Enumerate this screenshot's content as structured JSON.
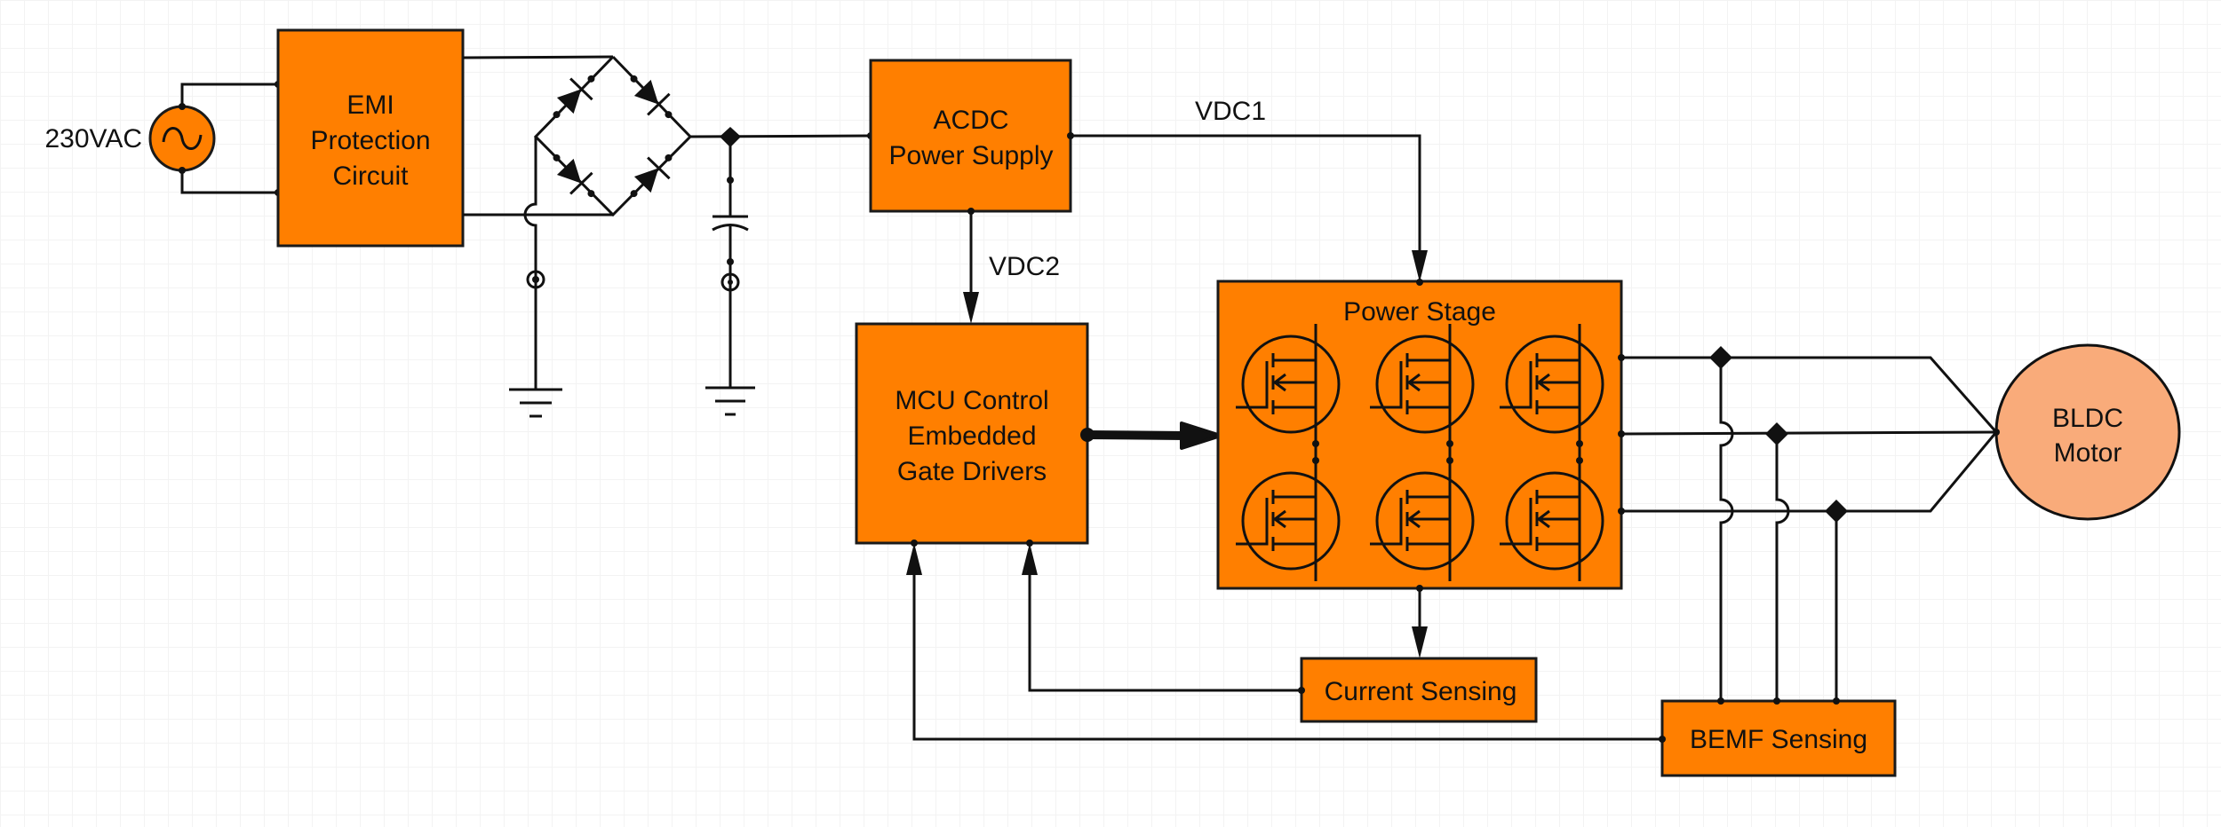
{
  "diagram": {
    "title": "BLDC Motor Drive Block Diagram",
    "colors": {
      "block_fill": "#FF7F00",
      "motor_fill": "#F9AB7A",
      "line": "#111111",
      "background": "#FFFFFF"
    },
    "source": {
      "label": "230VAC",
      "icon": "ac-source-sine-icon"
    },
    "blocks": {
      "emi": {
        "lines": [
          "EMI",
          "Protection",
          "Circuit"
        ]
      },
      "acdc": {
        "lines": [
          "ACDC",
          "Power Supply"
        ]
      },
      "mcu": {
        "lines": [
          "MCU Control",
          "Embedded",
          "Gate Drivers"
        ]
      },
      "power_stage": {
        "label": "Power Stage",
        "mosfet_count": 6
      },
      "current_sensing": {
        "label": "Current Sensing"
      },
      "bemf_sensing": {
        "label": "BEMF Sensing"
      },
      "motor": {
        "lines": [
          "BLDC",
          "Motor"
        ]
      }
    },
    "rails": {
      "vdc1": "VDC1",
      "vdc2": "VDC2"
    },
    "components": {
      "rectifier": "diode-bridge-icon",
      "capacitor": "capacitor-icon",
      "grounds": [
        "ground-icon",
        "ground-icon"
      ]
    },
    "connections": [
      {
        "from": "230VAC",
        "to": "EMI Protection Circuit"
      },
      {
        "from": "EMI Protection Circuit",
        "to": "Diode Bridge"
      },
      {
        "from": "Diode Bridge",
        "to": "ACDC Power Supply"
      },
      {
        "from": "ACDC Power Supply",
        "to": "Power Stage",
        "label": "VDC1"
      },
      {
        "from": "ACDC Power Supply",
        "to": "MCU Control Embedded Gate Drivers",
        "label": "VDC2"
      },
      {
        "from": "MCU Control Embedded Gate Drivers",
        "to": "Power Stage"
      },
      {
        "from": "Power Stage",
        "to": "BLDC Motor",
        "phases": 3
      },
      {
        "from": "Power Stage",
        "to": "Current Sensing"
      },
      {
        "from": "Current Sensing",
        "to": "MCU Control Embedded Gate Drivers"
      },
      {
        "from": "BLDC Motor phases",
        "to": "BEMF Sensing"
      },
      {
        "from": "BEMF Sensing",
        "to": "MCU Control Embedded Gate Drivers"
      }
    ]
  }
}
